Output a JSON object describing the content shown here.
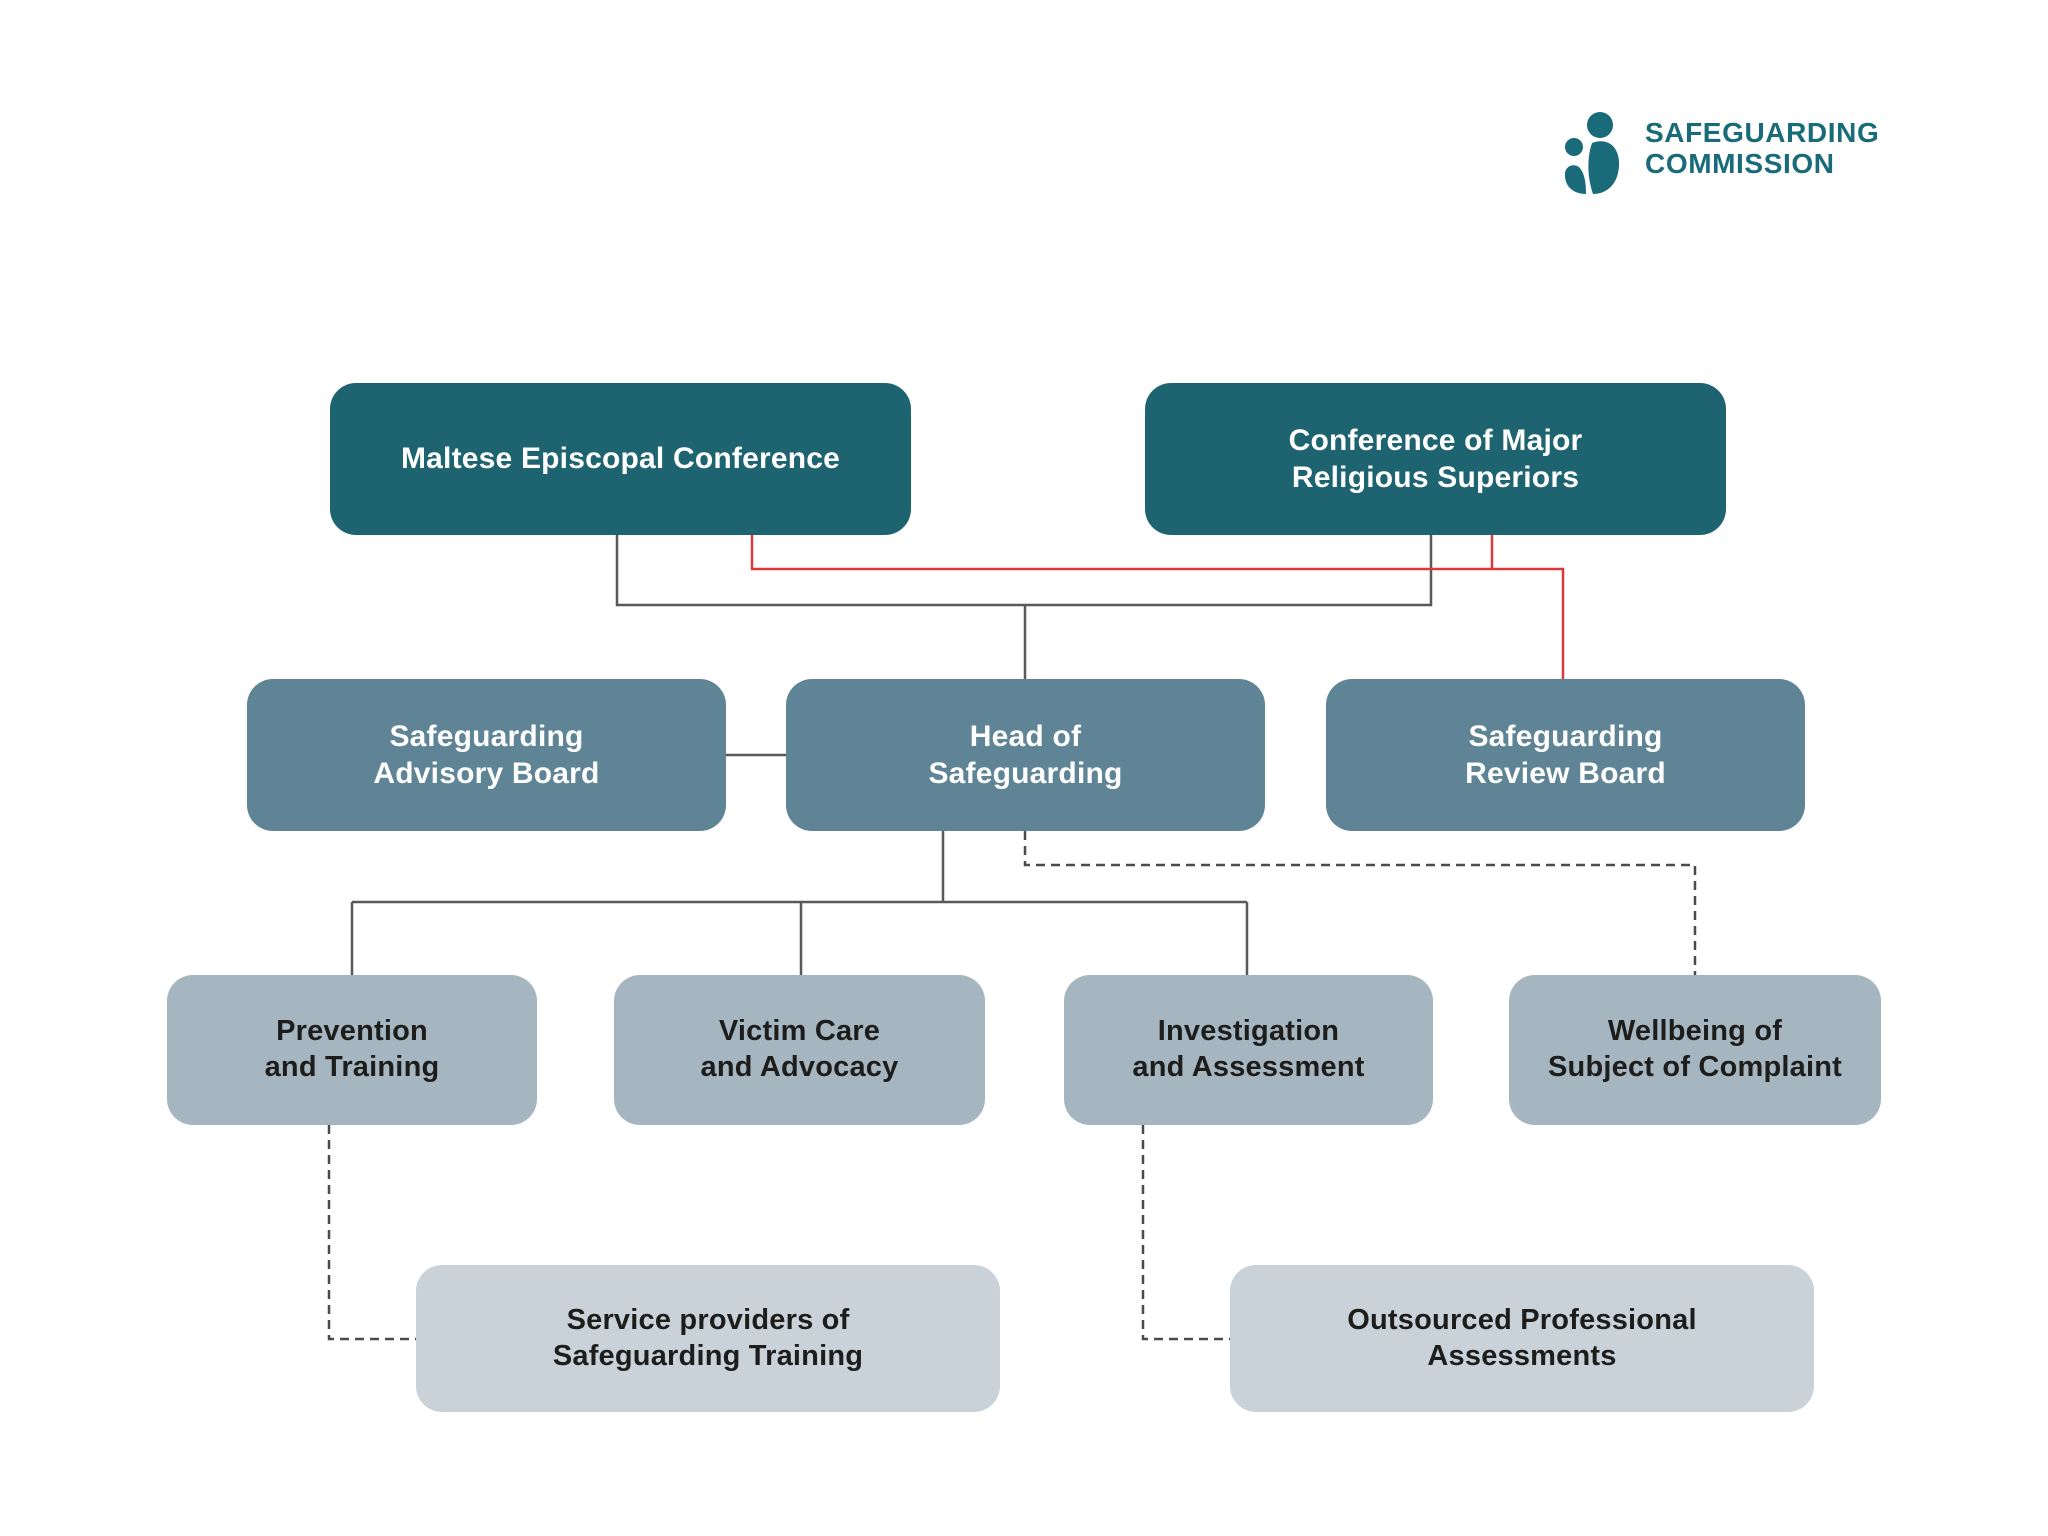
{
  "logo": {
    "line1": "SAFEGUARDING",
    "line2": "COMMISSION",
    "color": "#1A6B7A",
    "icon": "adult-and-child-leaves-mark"
  },
  "colors": {
    "level1_fill": "#1D6370",
    "level2_fill": "#5E8495",
    "level3_fill": "#A5B6C1",
    "level4_fill": "#C9D2D8",
    "light_text": "#FFFFFF",
    "dark_text": "#1D1D1B",
    "solid_line": "#58595B",
    "red_line": "#D93B3C",
    "dashed_line": "#4B4B4B"
  },
  "org": {
    "level1": [
      {
        "label": "Maltese Episcopal Conference"
      },
      {
        "label": "Conference of Major\nReligious Superiors"
      }
    ],
    "level2": [
      {
        "label": "Safeguarding\nAdvisory Board"
      },
      {
        "label": "Head of\nSafeguarding"
      },
      {
        "label": "Safeguarding\nReview Board"
      }
    ],
    "level3": [
      {
        "label": "Prevention\nand Training"
      },
      {
        "label": "Victim Care\nand Advocacy"
      },
      {
        "label": "Investigation\nand Assessment"
      },
      {
        "label": "Wellbeing of\nSubject of Complaint"
      }
    ],
    "level4": [
      {
        "label": "Service providers of\nSafeguarding Training"
      },
      {
        "label": "Outsourced Professional\nAssessments"
      }
    ]
  },
  "edges": [
    {
      "from": "Maltese Episcopal Conference",
      "to": "Head of Safeguarding",
      "style": "solid-gray"
    },
    {
      "from": "Conference of Major Religious Superiors",
      "to": "Head of Safeguarding",
      "style": "solid-gray"
    },
    {
      "from": "Maltese Episcopal Conference",
      "to": "Safeguarding Review Board",
      "style": "solid-red"
    },
    {
      "from": "Conference of Major Religious Superiors",
      "to": "Safeguarding Review Board",
      "style": "solid-red"
    },
    {
      "from": "Safeguarding Advisory Board",
      "to": "Head of Safeguarding",
      "style": "solid-gray"
    },
    {
      "from": "Head of Safeguarding",
      "to": "Prevention and Training",
      "style": "solid-gray"
    },
    {
      "from": "Head of Safeguarding",
      "to": "Victim Care and Advocacy",
      "style": "solid-gray"
    },
    {
      "from": "Head of Safeguarding",
      "to": "Investigation and Assessment",
      "style": "solid-gray"
    },
    {
      "from": "Head of Safeguarding",
      "to": "Wellbeing of Subject of Complaint",
      "style": "dashed-gray"
    },
    {
      "from": "Prevention and Training",
      "to": "Service providers of Safeguarding Training",
      "style": "dashed-gray"
    },
    {
      "from": "Investigation and Assessment",
      "to": "Outsourced Professional Assessments",
      "style": "dashed-gray"
    }
  ]
}
